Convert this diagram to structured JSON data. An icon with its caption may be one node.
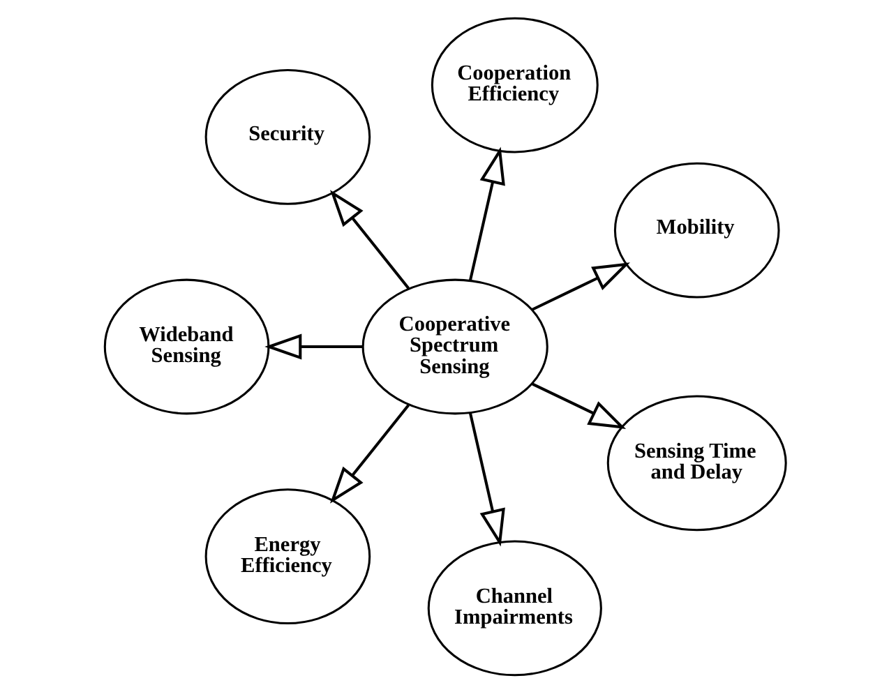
{
  "diagram": {
    "nodes": [
      {
        "text": [
          "Cooperative Spectrum Sensing"
        ]
      },
      {
        "text": [
          "Mobility"
        ]
      },
      {
        "text": [
          "Cooperation Efficiency"
        ]
      },
      {
        "text": [
          "Security"
        ]
      },
      {
        "text": [
          "Wideband Sensing"
        ]
      },
      {
        "text": [
          "Energy Efficiency"
        ]
      },
      {
        "text": [
          "Channel Impairments"
        ]
      },
      {
        "text": [
          "Sensing Time and Delay"
        ]
      }
    ],
    "edges": [
      {
        "from": 0,
        "to": 1,
        "arrow": "to"
      },
      {
        "from": 0,
        "to": 2,
        "arrow": "to"
      },
      {
        "from": 0,
        "to": 4,
        "arrow": "to"
      },
      {
        "from": 0,
        "to": 6,
        "arrow": "to"
      },
      {
        "from": 0,
        "to": 7,
        "arrow": "to"
      },
      {
        "from": 0,
        "to": 5,
        "arrow": "to"
      },
      {
        "from": 0,
        "to": 3,
        "arrow": "to"
      }
    ]
  }
}
